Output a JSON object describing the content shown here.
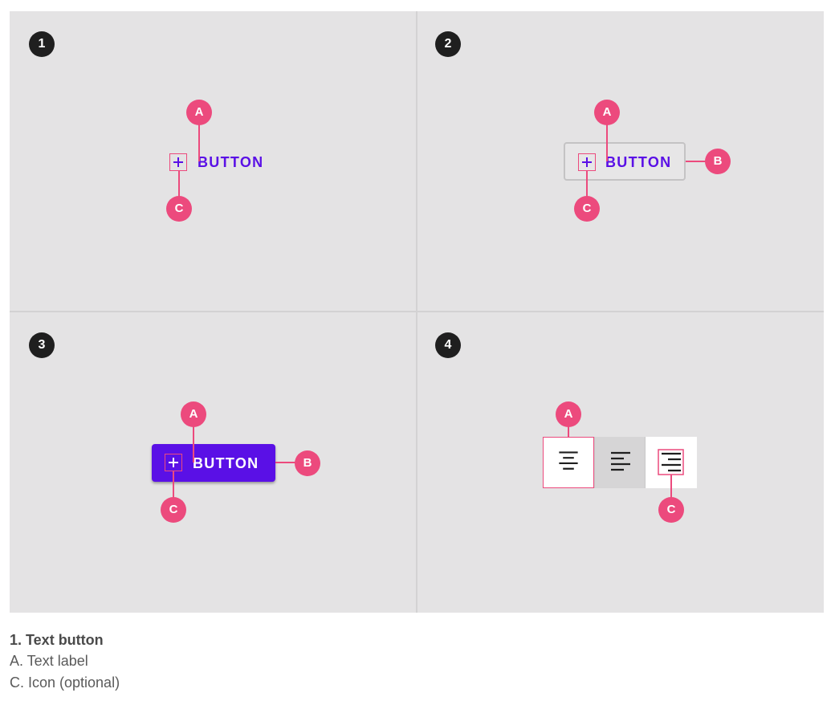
{
  "panels": [
    {
      "number": "1",
      "button_label": "BUTTON",
      "callouts": {
        "a": "A",
        "c": "C"
      }
    },
    {
      "number": "2",
      "button_label": "BUTTON",
      "callouts": {
        "a": "A",
        "b": "B",
        "c": "C"
      }
    },
    {
      "number": "3",
      "button_label": "BUTTON",
      "callouts": {
        "a": "A",
        "b": "B",
        "c": "C"
      }
    },
    {
      "number": "4",
      "callouts": {
        "a": "A",
        "c": "C"
      },
      "toggle_items": [
        {
          "icon": "align-center-icon",
          "state": "selected"
        },
        {
          "icon": "align-left-icon",
          "state": "pressed"
        },
        {
          "icon": "align-right-icon",
          "state": "default"
        }
      ]
    }
  ],
  "legend": {
    "title": "1. Text button",
    "items": [
      "A. Text label",
      "C. Icon (optional)"
    ]
  },
  "colors": {
    "callout": "#ec4a7d",
    "primary": "#5a10e6",
    "figure_bg": "#e4e3e4",
    "number_badge": "#1f1f1f"
  }
}
